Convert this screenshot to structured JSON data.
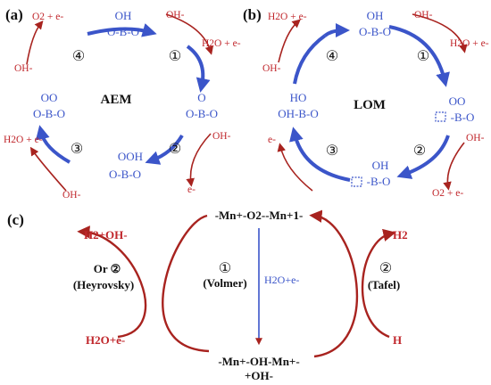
{
  "panels": {
    "a": {
      "label": "(a)",
      "title": "AEM",
      "sites": {
        "top": {
          "upper": "OH",
          "lower": "O-B-O"
        },
        "right": {
          "upper": "O",
          "lower": "O-B-O"
        },
        "bottom": {
          "upper": "OOH",
          "lower": "O-B-O"
        },
        "left": {
          "upper": "OO",
          "lower": "O-B-O"
        }
      },
      "steps": [
        "①",
        "②",
        "③",
        "④"
      ],
      "species": {
        "s1_in": "OH-",
        "s1_out": "H2O + e-",
        "s2_in": "OH-",
        "s2_out": "e-",
        "s3_in": "OH-",
        "s3_out": "H2O + e-",
        "s4_in": "OH-",
        "s4_out": "O2 + e-"
      }
    },
    "b": {
      "label": "(b)",
      "title": "LOM",
      "sites": {
        "top": {
          "upper": "OH",
          "lower": "O-B-O"
        },
        "right": {
          "upper": "OO",
          "lower": "-B-O"
        },
        "bottom": {
          "upper": "OH",
          "lower": "-B-O"
        },
        "left": {
          "upper": "HO",
          "lower": "OH-B-O"
        }
      },
      "steps": [
        "①",
        "②",
        "③",
        "④"
      ],
      "species": {
        "s1_in": "OH-",
        "s1_out": "H2O + e-",
        "s2_in": "OH-",
        "s2_out": "O2 + e-",
        "s3_out": "e-",
        "s4_in": "OH-",
        "s4_out": "H2O + e-"
      }
    },
    "c": {
      "label": "(c)",
      "top_state": "-Mn+-O2--Mn+1-",
      "bottom_state": "-Mn+-OH-Mn+-",
      "bottom_state_2": "+OH-",
      "left_out": "H2+OH-",
      "left_in": "H2O+e-",
      "left_label_1": "Or ②",
      "left_label_2": "(Heyrovsky)",
      "mid_label_1": "①",
      "mid_label_2": "(Volmer)",
      "mid_arrow_label": "H2O+e-",
      "right_out": "H2",
      "right_in": "H",
      "right_label_1": "②",
      "right_label_2": "(Tafel)"
    }
  }
}
